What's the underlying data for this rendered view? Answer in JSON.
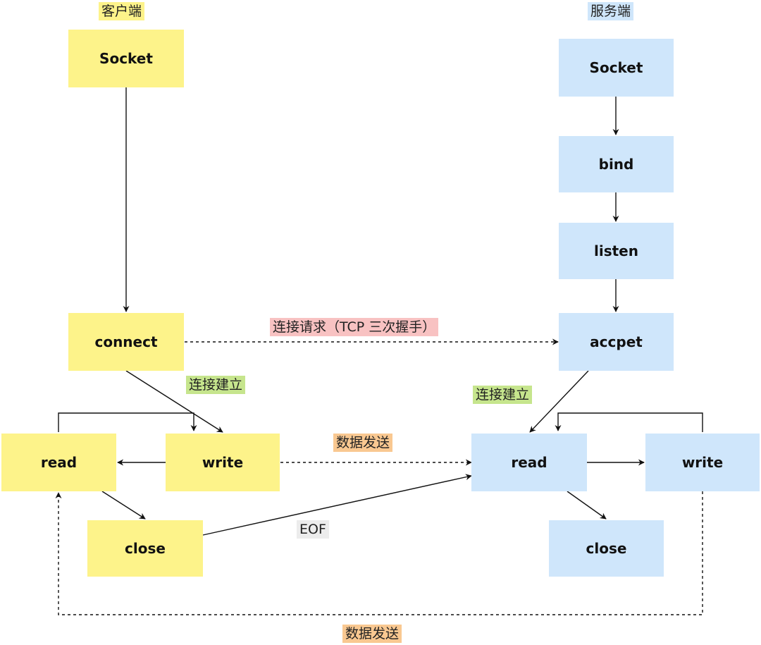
{
  "headers": {
    "client": "客户端",
    "server": "服务端"
  },
  "client": {
    "socket": "Socket",
    "connect": "connect",
    "read": "read",
    "write": "write",
    "close": "close"
  },
  "server": {
    "socket": "Socket",
    "bind": "bind",
    "listen": "listen",
    "accept": "accpet",
    "read": "read",
    "write": "write",
    "close": "close"
  },
  "labels": {
    "connect_request": "连接请求（TCP 三次握手）",
    "client_established": "连接建立",
    "server_established": "连接建立",
    "data_send_top": "数据发送",
    "eof": "EOF",
    "data_send_bottom": "数据发送"
  },
  "colors": {
    "client_fill": "#fdf38a",
    "server_fill": "#cfe6fb",
    "green_label": "#c6e58d",
    "pink_label": "#f8c2c2",
    "orange_label": "#f9c891",
    "gray_label": "#ececec"
  }
}
